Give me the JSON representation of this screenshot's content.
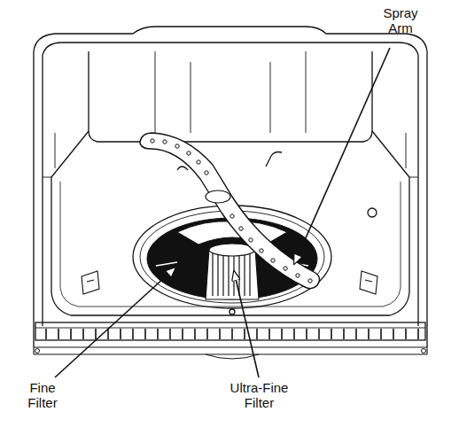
{
  "diagram": {
    "labels": [
      "Spray Arm",
      "Fine Filter",
      "Ultra-Fine Filter"
    ]
  }
}
